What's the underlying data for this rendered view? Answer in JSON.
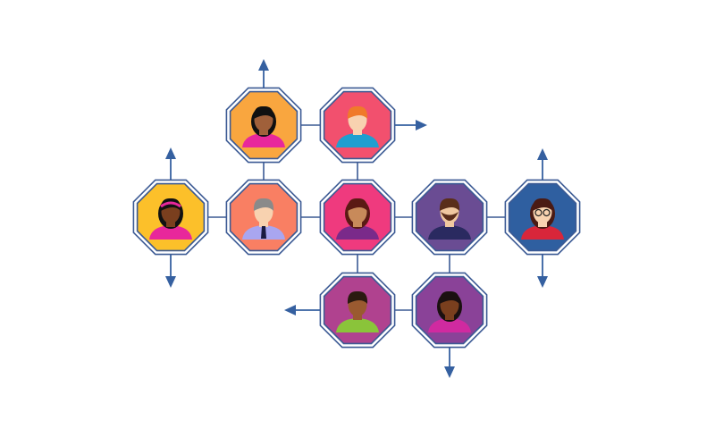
{
  "colors": {
    "line": "#3b5a94",
    "arrow": "#3560a0",
    "background": "#ffffff"
  },
  "nodes": [
    {
      "id": "woman-ponytail",
      "fill": "#f9a63f",
      "skin": "#a0603a",
      "hair": "#111111",
      "shirt": "#e8279b"
    },
    {
      "id": "man-redhair",
      "fill": "#f2506e",
      "skin": "#f8d2b0",
      "hair": "#f07a2a",
      "shirt": "#1f9fd0"
    },
    {
      "id": "woman-headband",
      "fill": "#fcc02a",
      "skin": "#7a3f1e",
      "hair": "#111111",
      "shirt": "#e8279b"
    },
    {
      "id": "man-grayhair-tie",
      "fill": "#f97f63",
      "skin": "#f8d2b0",
      "hair": "#8a8a8a",
      "shirt": "#a9a6f0"
    },
    {
      "id": "woman-bun",
      "fill": "#ef3a7e",
      "skin": "#c88a5a",
      "hair": "#5a1a14",
      "shirt": "#7a2a8a"
    },
    {
      "id": "man-beard",
      "fill": "#6a4c93",
      "skin": "#f0c8a0",
      "hair": "#5a2e1a",
      "shirt": "#2a2a60"
    },
    {
      "id": "woman-glasses",
      "fill": "#2f5fa0",
      "skin": "#f8d2b0",
      "hair": "#4a1a14",
      "shirt": "#d8263a"
    },
    {
      "id": "man-green-shirt",
      "fill": "#b0428f",
      "skin": "#9a5a30",
      "hair": "#2a1a10",
      "shirt": "#8ac43a"
    },
    {
      "id": "woman-curly",
      "fill": "#8a4298",
      "skin": "#7a3f1e",
      "hair": "#1a1010",
      "shirt": "#d02aa0"
    }
  ]
}
